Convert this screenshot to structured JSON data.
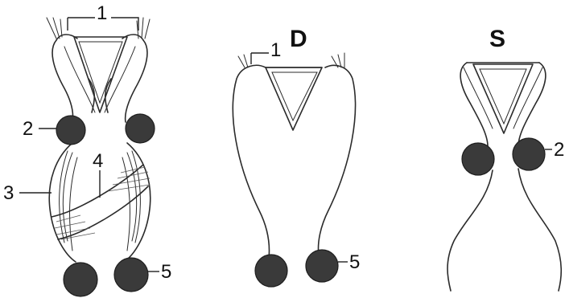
{
  "panels": {
    "left": {
      "title": "",
      "labels": {
        "n1": "1",
        "n2": "2",
        "n3": "3",
        "n4": "4",
        "n5": "5"
      }
    },
    "middle": {
      "title": "D",
      "labels": {
        "n1": "1",
        "n5": "5"
      }
    },
    "right": {
      "title": "S",
      "labels": {
        "n2": "2"
      }
    }
  },
  "colors": {
    "ink": "#2b2b2b",
    "blob": "#3a3a3a",
    "paper": "#ffffff"
  }
}
